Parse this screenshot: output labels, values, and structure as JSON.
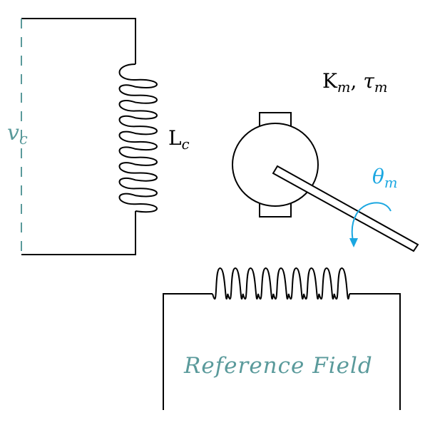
{
  "labels": {
    "vc": {
      "main": "v",
      "sub": "c"
    },
    "lc": {
      "main": "L",
      "sub": "c"
    },
    "km": {
      "k": "K",
      "k_sub": "m",
      "sep": ", ",
      "tau": "τ",
      "tau_sub": "m"
    },
    "theta": {
      "main": "θ",
      "sub": "m"
    },
    "reference_field": "Reference Field"
  },
  "colors": {
    "line": "#000000",
    "teal": "#5a9a9b",
    "blue": "#1ba7e1"
  }
}
